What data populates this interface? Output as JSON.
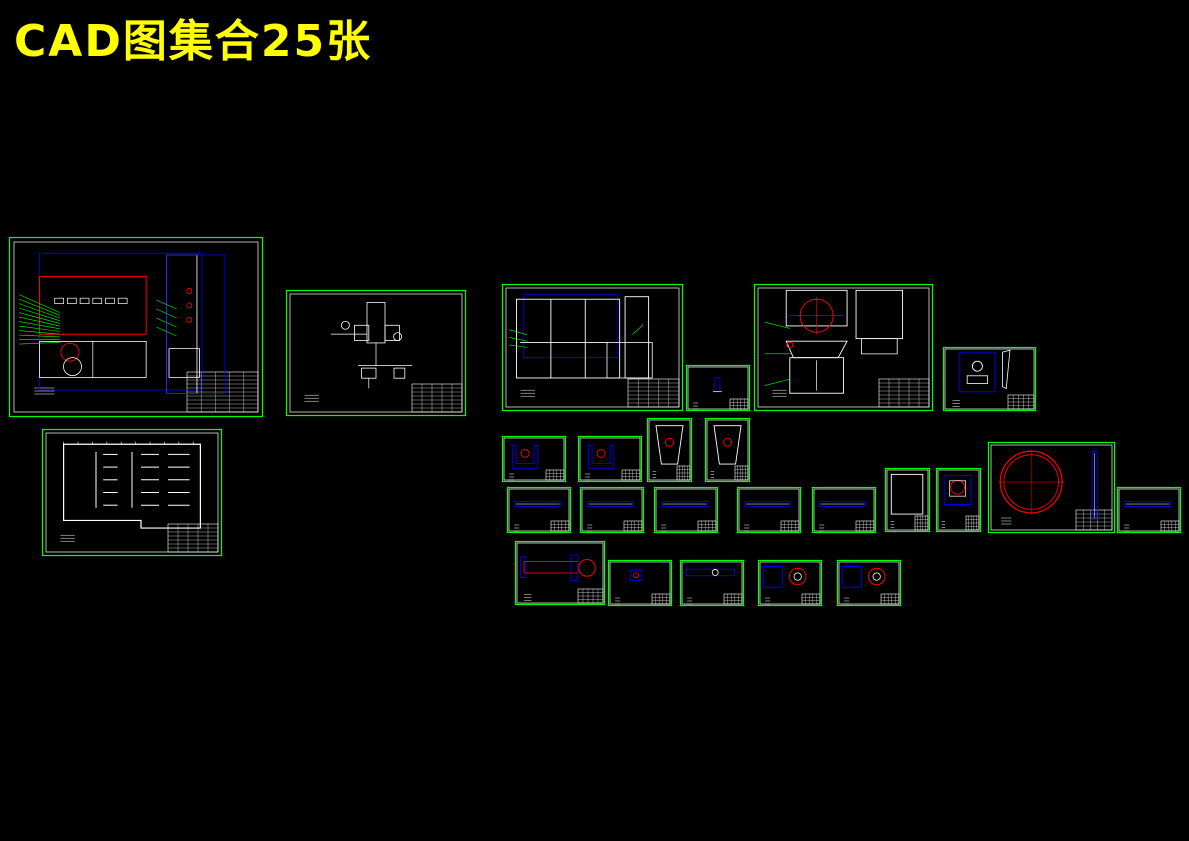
{
  "title": "CAD图集合25张",
  "colors": {
    "background": "#000000",
    "title": "#ffff00",
    "sheet_border": "#00ff00",
    "geometry": "#ffffff",
    "blue": "#0000ff",
    "red": "#ff0000",
    "cyan": "#00ffff"
  },
  "sheets": [
    {
      "name": "sheet-assembly-front",
      "kind": "machine-assembly"
    },
    {
      "name": "sheet-floor-layout",
      "kind": "layout-plan"
    },
    {
      "name": "sheet-schematic",
      "kind": "pneumatic-schematic"
    },
    {
      "name": "sheet-frame",
      "kind": "frame"
    },
    {
      "name": "sheet-small-part-1",
      "kind": "part"
    },
    {
      "name": "sheet-hopper",
      "kind": "hopper"
    },
    {
      "name": "sheet-plate-bracket",
      "kind": "plate-with-bracket"
    },
    {
      "name": "sheet-channel-1",
      "kind": "channel"
    },
    {
      "name": "sheet-channel-2",
      "kind": "channel"
    },
    {
      "name": "sheet-trapezoid-1",
      "kind": "trapezoid-plate"
    },
    {
      "name": "sheet-trapezoid-2",
      "kind": "trapezoid-plate"
    },
    {
      "name": "sheet-bar-1",
      "kind": "bar"
    },
    {
      "name": "sheet-bar-2",
      "kind": "bar"
    },
    {
      "name": "sheet-bar-3",
      "kind": "bar"
    },
    {
      "name": "sheet-bar-4",
      "kind": "bar"
    },
    {
      "name": "sheet-bar-5",
      "kind": "bar"
    },
    {
      "name": "sheet-square-plate",
      "kind": "square-plate"
    },
    {
      "name": "sheet-fixture",
      "kind": "fixture"
    },
    {
      "name": "sheet-ring",
      "kind": "ring"
    },
    {
      "name": "sheet-bar-6",
      "kind": "bar"
    },
    {
      "name": "sheet-shaft",
      "kind": "shaft"
    },
    {
      "name": "sheet-block",
      "kind": "block"
    },
    {
      "name": "sheet-rod",
      "kind": "rod"
    },
    {
      "name": "sheet-flange-1",
      "kind": "flange"
    },
    {
      "name": "sheet-flange-2",
      "kind": "flange"
    }
  ]
}
